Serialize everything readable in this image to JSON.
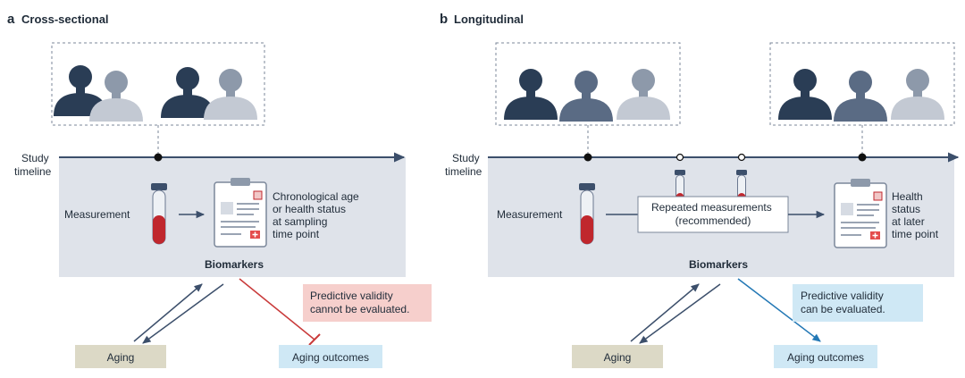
{
  "panel_a": {
    "letter": "a",
    "title": "Cross-sectional",
    "timeline_label_1": "Study",
    "timeline_label_2": "timeline",
    "measurement": "Measurement",
    "result_lines": [
      "Chronological age",
      "or health status",
      "at sampling",
      "time point"
    ],
    "biomarkers": "Biomarkers",
    "validity_lines": [
      "Predictive validity",
      "cannot be evaluated."
    ],
    "aging": "Aging",
    "outcomes": "Aging outcomes"
  },
  "panel_b": {
    "letter": "b",
    "title": "Longitudinal",
    "timeline_label_1": "Study",
    "timeline_label_2": "timeline",
    "measurement": "Measurement",
    "repeated_lines": [
      "Repeated measurements",
      "(recommended)"
    ],
    "result_lines": [
      "Health",
      "status",
      "at later",
      "time point"
    ],
    "biomarkers": "Biomarkers",
    "validity_lines": [
      "Predictive validity",
      "can be evaluated."
    ],
    "aging": "Aging",
    "outcomes": "Aging outcomes"
  },
  "colors": {
    "panel_bg": "#dfe3ea",
    "timeline": "#3c4f6b",
    "blood": "#c0272d",
    "red_box": "#f6cfcc",
    "red_line": "#c93a3a",
    "blue_box": "#cfe8f5",
    "blue_line": "#2378b5",
    "aging_box": "#dcd9c6",
    "outcome_box": "#cfe8f5",
    "person_dark": "#2a3d55",
    "person_mid": "#5a6b84",
    "person_light": "#c3c9d3"
  }
}
